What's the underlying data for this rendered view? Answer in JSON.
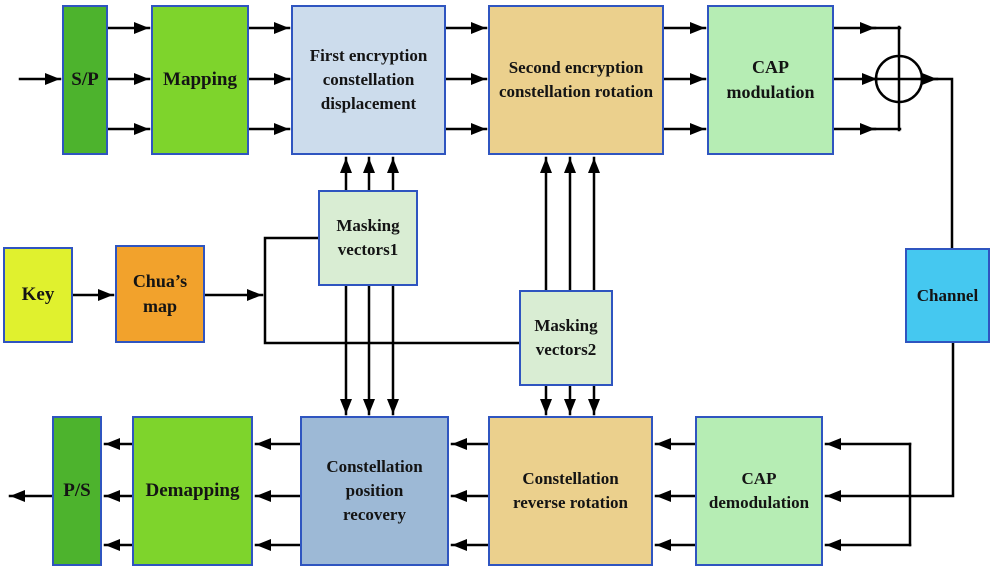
{
  "diagram": {
    "background": "#ffffff",
    "border_color": "#2f55c0",
    "line_color": "#000000",
    "nodes": {
      "sp": {
        "label": "S/P",
        "fill": "#4db32d"
      },
      "mapping": {
        "label": "Mapping",
        "fill": "#7ed42c"
      },
      "first_encryption": {
        "label": "First encryption constellation displacement",
        "fill": "#ccdcec"
      },
      "second_encryption": {
        "label": "Second encryption constellation rotation",
        "fill": "#ebd08d"
      },
      "cap_modulation": {
        "label": "CAP modulation",
        "fill": "#b6edb4"
      },
      "channel": {
        "label": "Channel",
        "fill": "#45c8f0"
      },
      "key": {
        "label": "Key",
        "fill": "#e0f12e"
      },
      "chua_map": {
        "label": "Chua’s map",
        "fill": "#f2a22c"
      },
      "masking_vectors1": {
        "label": "Masking vectors1",
        "fill": "#d9edd3"
      },
      "masking_vectors2": {
        "label": "Masking vectors2",
        "fill": "#d9edd3"
      },
      "ps": {
        "label": "P/S",
        "fill": "#4db32d"
      },
      "demapping": {
        "label": "Demapping",
        "fill": "#7ed42c"
      },
      "position_recovery": {
        "label": "Constellation position recovery",
        "fill": "#9db9d6"
      },
      "reverse_rotation": {
        "label": "Constellation reverse rotation",
        "fill": "#ebd08d"
      },
      "cap_demodulation": {
        "label": "CAP demodulation",
        "fill": "#b6edb4"
      }
    }
  }
}
